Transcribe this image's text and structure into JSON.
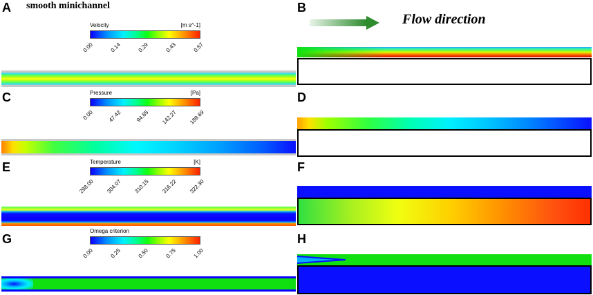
{
  "panels": {
    "a": {
      "letter": "A",
      "title": "smooth minichannel"
    },
    "b": {
      "letter": "B",
      "flow_label": "Flow direction"
    },
    "c": {
      "letter": "C"
    },
    "d": {
      "letter": "D"
    },
    "e": {
      "letter": "E"
    },
    "f": {
      "letter": "F"
    },
    "g": {
      "letter": "G"
    },
    "h": {
      "letter": "H"
    }
  },
  "colorbars": {
    "velocity": {
      "title": "Velocity",
      "unit": "[m s^-1]",
      "ticks": [
        "0.00",
        "0.14",
        "0.29",
        "0.43",
        "0.57"
      ]
    },
    "pressure": {
      "title": "Pressure",
      "unit": "[Pa]",
      "ticks": [
        "0.00",
        "47.42",
        "94.85",
        "142.27",
        "189.69"
      ]
    },
    "temperature": {
      "title": "Temperature",
      "unit": "[K]",
      "ticks": [
        "298.00",
        "304.07",
        "310.15",
        "316.22",
        "322.30"
      ]
    },
    "omega": {
      "title": "Omega criterion",
      "unit": "",
      "ticks": [
        "0.00",
        "0.25",
        "0.50",
        "0.75",
        "1.00"
      ]
    }
  },
  "colors": {
    "min": "#0a00ff",
    "mid": "#10ff10",
    "max": "#ff2000",
    "arrow": "#2e8b2e"
  }
}
